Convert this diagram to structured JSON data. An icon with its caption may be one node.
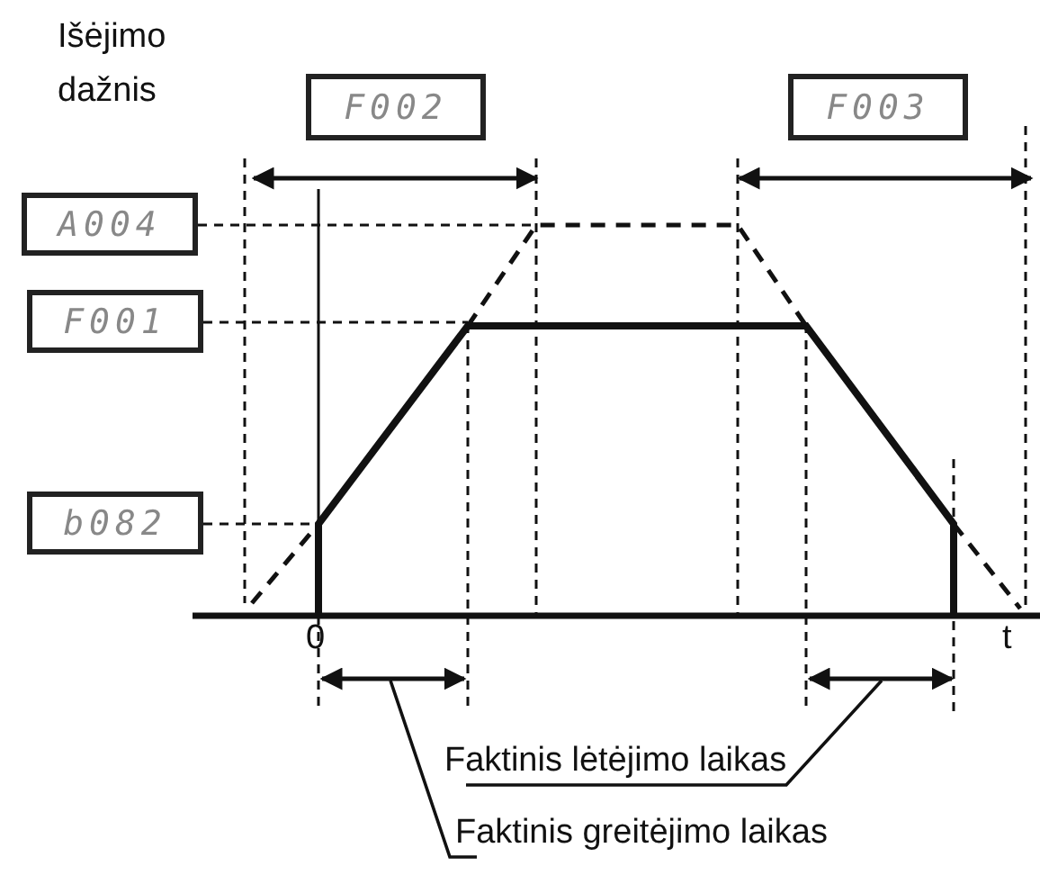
{
  "diagram": {
    "nodes": [
      {
        "text": [
          "F002"
        ]
      },
      {
        "text": [
          "F003"
        ]
      },
      {
        "text": [
          "A004"
        ]
      },
      {
        "text": [
          "F001"
        ]
      },
      {
        "text": [
          "b082"
        ]
      },
      {
        "text": [
          "Faktinis lėtėjimo laikas"
        ]
      },
      {
        "text": [
          "Faktinis greitėjimo laikas"
        ]
      }
    ],
    "edges": [
      {
        "from": 2,
        "to": null,
        "arrow": "none",
        "style": "dashed"
      },
      {
        "from": 3,
        "to": null,
        "arrow": "none",
        "style": "dashed"
      },
      {
        "from": 4,
        "to": null,
        "arrow": "none",
        "style": "dashed"
      },
      {
        "from": 5,
        "to": null,
        "arrow": "none"
      },
      {
        "from": 6,
        "to": null,
        "arrow": "none"
      }
    ],
    "labels": [
      "Išėjimo dažnis",
      "0",
      "t"
    ]
  }
}
